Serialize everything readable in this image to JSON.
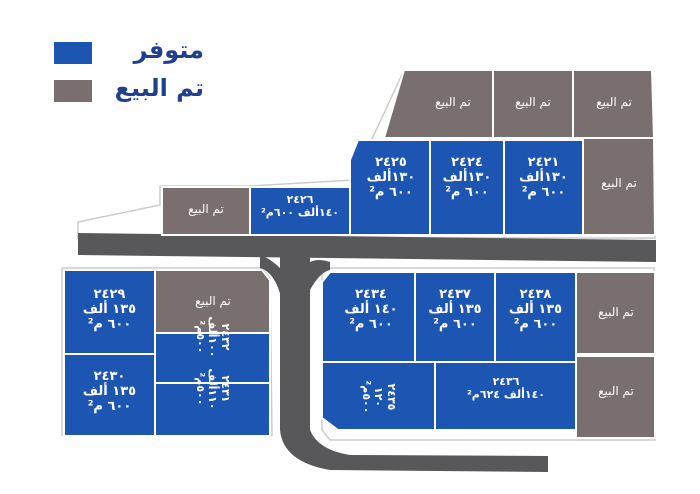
{
  "legend": {
    "available": {
      "label": "متوفر",
      "color": "#1d55b2"
    },
    "sold": {
      "label": "تم البيع",
      "color": "#7a6f6f"
    }
  },
  "colors": {
    "road": "#58575a",
    "outline": "#cccccc"
  },
  "sold_label": "تم البيع",
  "plots": {
    "p2421": {
      "number": "٢٤٢١",
      "price": "١٣٠ألف",
      "area": "٦٠٠ م²"
    },
    "p2424": {
      "number": "٢٤٢٤",
      "price": "١٣٠ألف",
      "area": "٦٠٠ م²"
    },
    "p2425": {
      "number": "٢٤٢٥",
      "price": "١٣٠ألف",
      "area": "٦٠٠ م²"
    },
    "p2426": {
      "number": "٢٤٢٦",
      "price": "١٤٠ألف ٦٠٠م²"
    },
    "p2429": {
      "number": "٢٤٢٩",
      "price": "١٣٥ ألف",
      "area": "٦٠٠ م²"
    },
    "p2430": {
      "number": "٢٤٣٠",
      "price": "١٣٥ ألف",
      "area": "٦٠٠ م²"
    },
    "p2431": {
      "number": "٢٤٣١",
      "price": "١١٠ألف",
      "area": "٥٠٠م²"
    },
    "p2432": {
      "number": "٢٤٣٢",
      "price": "١٠٠ألف",
      "area": "٥٠٠م²"
    },
    "p2434": {
      "number": "٢٤٣٤",
      "price": "١٤٠ ألف",
      "area": "٦٠٠ م²"
    },
    "p2435": {
      "number": "٢٤٣٥",
      "price": "١٢٠",
      "area": "٥٠٠م²"
    },
    "p2436": {
      "number": "٢٤٣٦",
      "price": "١٤٠ألف ٦٢٤م²"
    },
    "p2437": {
      "number": "٢٤٣٧",
      "price": "١٣٥ ألف",
      "area": "٦٠٠ م²"
    },
    "p2438": {
      "number": "٢٤٣٨",
      "price": "١٣٥ ألف",
      "area": "٦٠٠ م²"
    }
  }
}
